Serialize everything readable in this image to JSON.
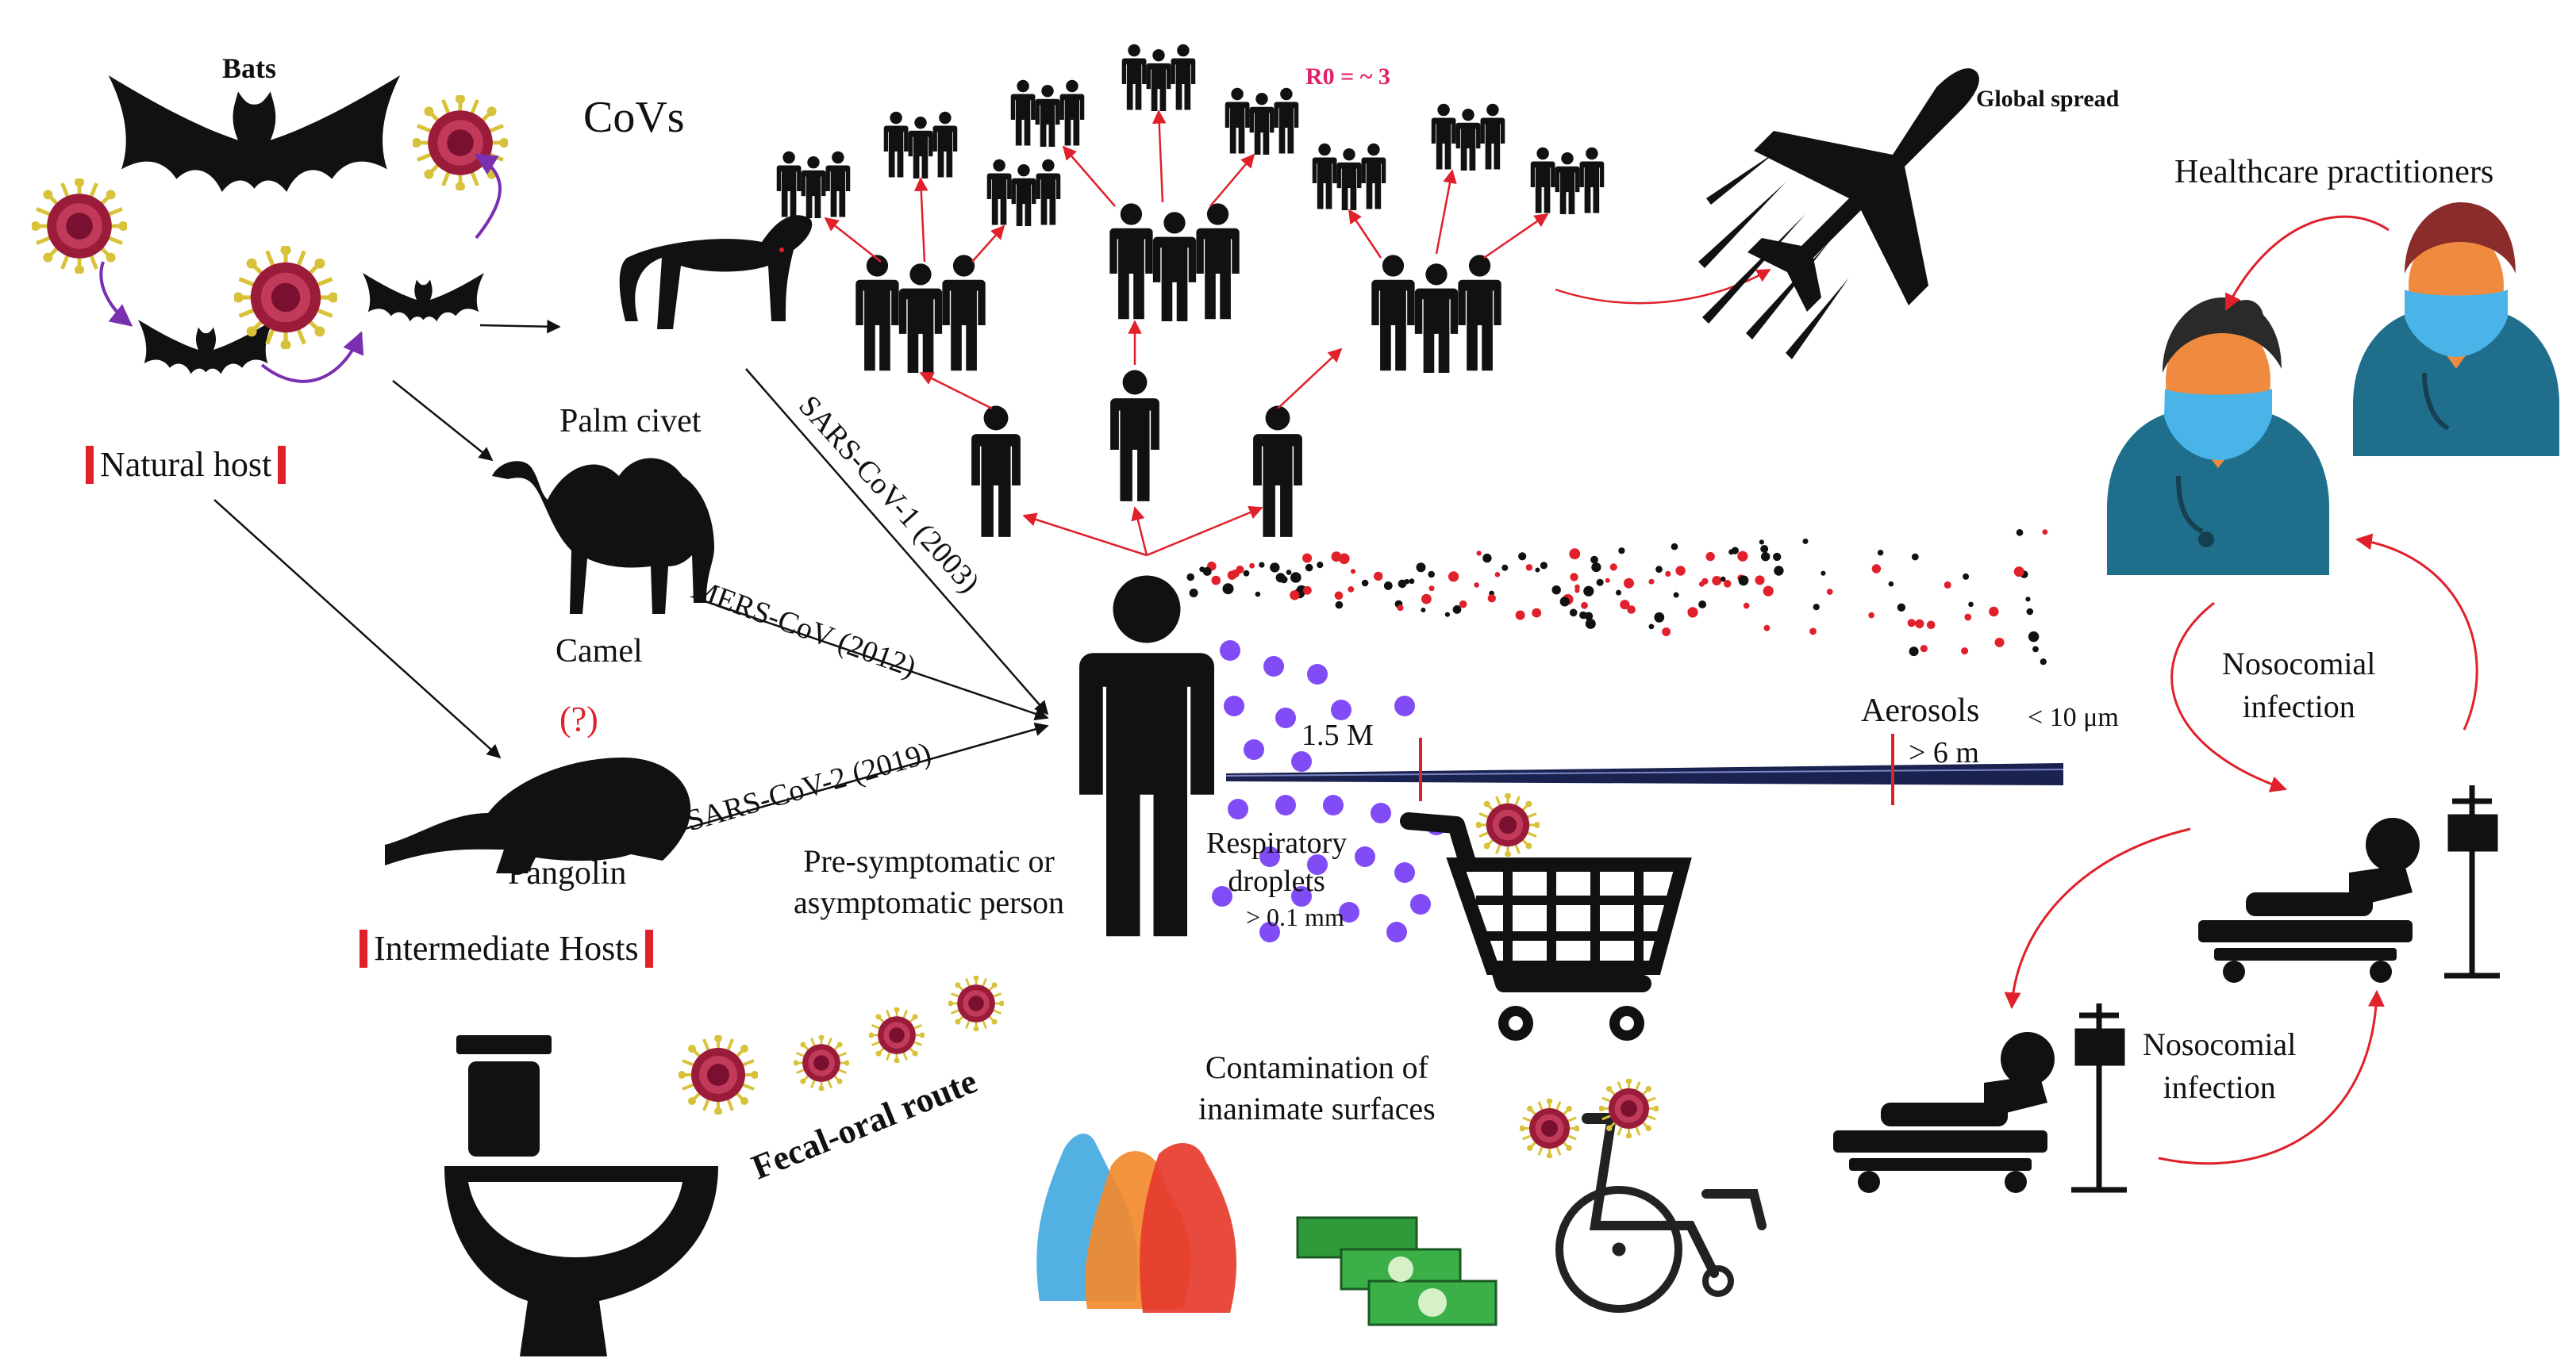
{
  "labels": {
    "bats": "Bats",
    "covs": "CoVs",
    "natural_host": "Natural host",
    "palm_civet": "Palm civet",
    "camel": "Camel",
    "pangolin": "Pangolin",
    "question": "(?)",
    "intermediate_hosts": "Intermediate Hosts",
    "r0": "R0 = ~ 3",
    "global_spread": "Global spread",
    "healthcare_practitioners": "Healthcare practitioners",
    "sars1": "SARS-CoV-1 (2003)",
    "mers": "MERS-CoV (2012)",
    "sars2": "SARS-CoV-2 (2019)",
    "person_line1": "Pre-symptomatic or",
    "person_line2": "asymptomatic person",
    "distance_near": "1.5 M",
    "aerosols": "Aerosols",
    "aerosol_size": "< 10 μm",
    "distance_far": "> 6 m",
    "droplets_line1": "Respiratory",
    "droplets_line2": "droplets",
    "droplets_size": "> 0.1 mm",
    "fecal_oral": "Fecal-oral route",
    "contamination_line1": "Contamination of",
    "contamination_line2": "inanimate surfaces",
    "nosocomial_1_line1": "Nosocomial",
    "nosocomial_1_line2": "infection",
    "nosocomial_2_line1": "Nosocomial",
    "nosocomial_2_line2": "infection"
  },
  "colors": {
    "arrow_red": "#e0202a",
    "virus": "#9b1b3a",
    "virus_spike": "#d8c23a",
    "droplet": "#6b2cf5",
    "aerosol_black": "#111111",
    "aerosol_red": "#e0202a",
    "scrubs": "#1f6e8c",
    "mask": "#4ab4e8",
    "skin": "#f08a3e",
    "money": "#2f9a3a"
  },
  "icons": [
    "bat-icon",
    "virus-icon",
    "civet-icon",
    "camel-icon",
    "pangolin-icon",
    "person-icon",
    "airplane-icon",
    "nurse-icon",
    "doctor-icon",
    "hospital-bed-icon",
    "iv-stand-icon",
    "shopping-cart-icon",
    "toilet-icon",
    "plastic-bag-icon",
    "banknote-icon",
    "wheelchair-icon"
  ]
}
